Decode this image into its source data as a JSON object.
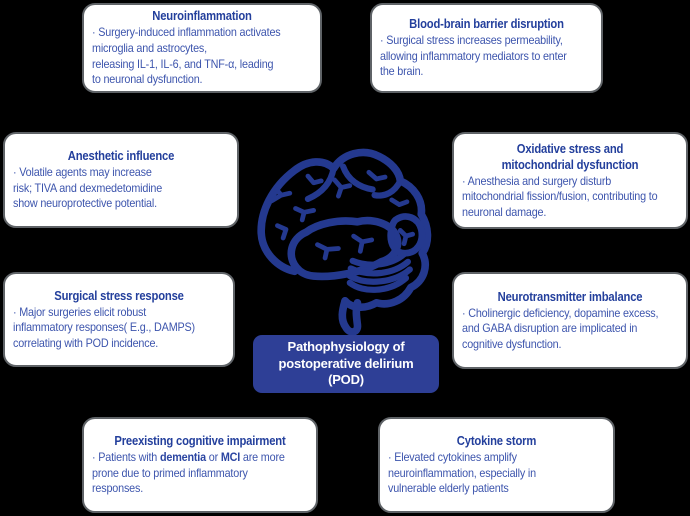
{
  "title": "Pathophysiology of postoperative delirium (POD) diagram",
  "colors": {
    "bg": "#000000",
    "box-bg": "#ffffff",
    "box-border": "#5f6367",
    "title": "#233f9c",
    "body": "#3d55ad",
    "center-bg": "#2e3f96",
    "center-text": "#ffffff",
    "brain": "#24398f"
  },
  "center": {
    "icon": "brain-outline-icon",
    "label": "Pathophysiology of\npostoperative delirium\n(POD)"
  },
  "boxes": [
    {
      "key": "neuroinflammation",
      "title": "Neuroinflammation",
      "lines": [
        [
          {
            "t": "· Surgery-induced inflammation activates"
          }
        ],
        [
          {
            "t": "microglia and astrocytes,"
          }
        ],
        [
          {
            "t": "releasing IL-1, IL-6, and TNF-α, leading"
          }
        ],
        [
          {
            "t": "to neuronal dysfunction."
          }
        ]
      ]
    },
    {
      "key": "bbb",
      "title": "Blood-brain barrier disruption",
      "lines": [
        [
          {
            "t": "· Surgical stress increases permeability,"
          }
        ],
        [
          {
            "t": "allowing inflammatory mediators to enter"
          }
        ],
        [
          {
            "t": "the brain."
          }
        ]
      ]
    },
    {
      "key": "anesthetic",
      "title": "Anesthetic influence",
      "lines": [
        [
          {
            "t": "· Volatile agents may increase"
          }
        ],
        [
          {
            "t": "risk; TIVA and dexmedetomidine"
          }
        ],
        [
          {
            "t": "show neuroprotective potential."
          }
        ]
      ]
    },
    {
      "key": "oxidative",
      "title": "Oxidative stress and\nmitochondrial dysfunction",
      "lines": [
        [
          {
            "t": "· Anesthesia and surgery disturb"
          }
        ],
        [
          {
            "t": "mitochondrial fission/fusion, contributing to"
          }
        ],
        [
          {
            "t": "neuronal damage."
          }
        ]
      ]
    },
    {
      "key": "surgical",
      "title": "Surgical stress response",
      "lines": [
        [
          {
            "t": "· Major surgeries elicit robust"
          }
        ],
        [
          {
            "t": "inflammatory responses( E.g., DAMPS)"
          }
        ],
        [
          {
            "t": "correlating with POD incidence."
          }
        ]
      ]
    },
    {
      "key": "neurotransmitter",
      "title": "Neurotransmitter imbalance",
      "lines": [
        [
          {
            "t": "· Cholinergic deficiency, dopamine excess,"
          }
        ],
        [
          {
            "t": "and GABA disruption are implicated in"
          }
        ],
        [
          {
            "t": "cognitive dysfunction."
          }
        ]
      ]
    },
    {
      "key": "preexisting",
      "title": "Preexisting cognitive impairment",
      "lines": [
        [
          {
            "t": "· Patients with "
          },
          {
            "t": "dementia",
            "b": true
          },
          {
            "t": " or "
          },
          {
            "t": "MCI",
            "b": true
          },
          {
            "t": " are more"
          }
        ],
        [
          {
            "t": "prone due to primed inflammatory"
          }
        ],
        [
          {
            "t": "responses."
          }
        ]
      ]
    },
    {
      "key": "cytokine",
      "title": "Cytokine storm",
      "lines": [
        [
          {
            "t": "· Elevated cytokines amplify"
          }
        ],
        [
          {
            "t": "neuroinflammation, especially in"
          }
        ],
        [
          {
            "t": "vulnerable elderly patients"
          }
        ]
      ]
    }
  ]
}
